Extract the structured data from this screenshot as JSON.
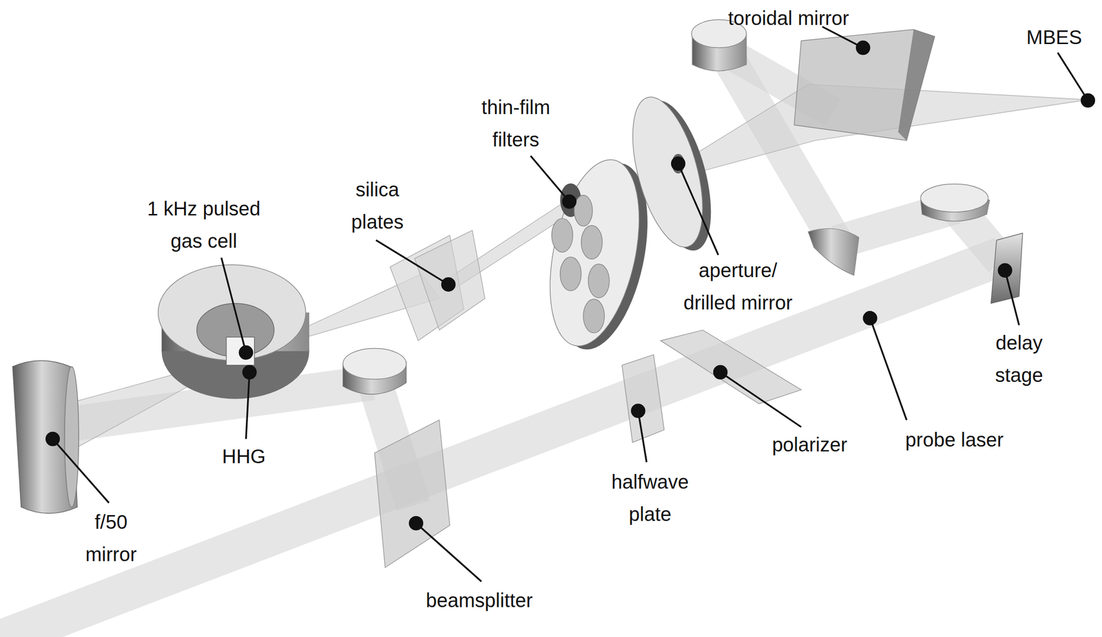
{
  "diagram": {
    "labels": [
      "toroidal mirror",
      "MBES",
      "thin-film filters",
      "silica plates",
      "1 kHz pulsed gas cell",
      "aperture/ drilled mirror",
      "delay stage",
      "HHG",
      "polarizer",
      "probe laser",
      "halfwave plate",
      "f/50 mirror",
      "beamsplitter"
    ]
  }
}
